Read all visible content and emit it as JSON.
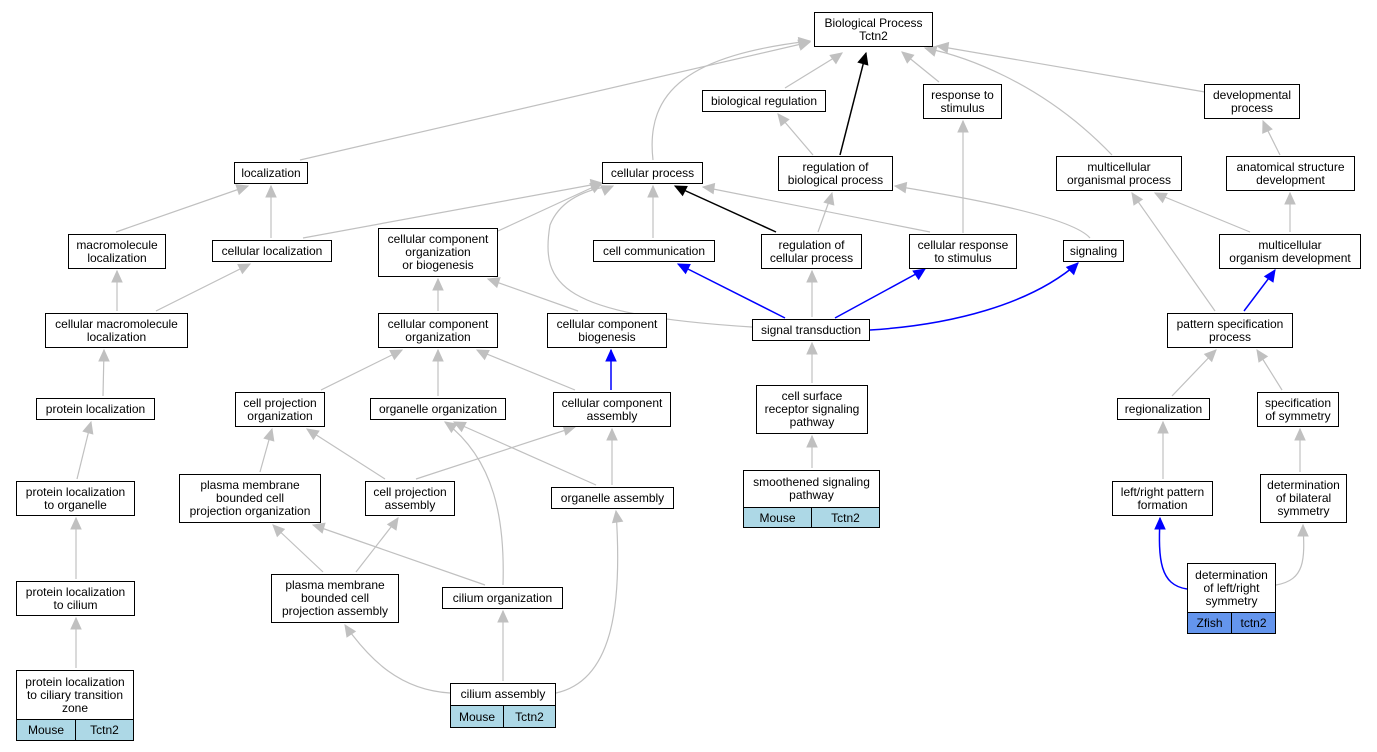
{
  "colors": {
    "gray_edge": "#c0c0c0",
    "black_edge": "#000000",
    "blue_edge": "#0000ff",
    "mouse_tag": "#add8e6",
    "zfish_tag": "#6495ed"
  },
  "nodes": {
    "bp": "Biological Process\nTctn2",
    "bioreg": "biological regulation",
    "resp": "response to\nstimulus",
    "devproc": "developmental\nprocess",
    "loc": "localization",
    "cellproc": "cellular process",
    "regbio": "regulation of\nbiological process",
    "multi": "multicellular\norganismal process",
    "anat": "anatomical structure\ndevelopment",
    "macroloc": "macromolecule\nlocalization",
    "cellloc": "cellular localization",
    "ccob": "cellular component\norganization\nor biogenesis",
    "cellcomm": "cell communication",
    "regcell": "regulation of\ncellular process",
    "cellresp": "cellular response\nto stimulus",
    "signaling": "signaling",
    "multidev": "multicellular\norganism development",
    "cmacroloc": "cellular macromolecule\nlocalization",
    "cco": "cellular component\norganization",
    "ccb": "cellular component\nbiogenesis",
    "sigtrans": "signal transduction",
    "pattern": "pattern specification\nprocess",
    "protloc": "protein localization",
    "cellproj": "cell projection\norganization",
    "organelle": "organelle organization",
    "cca": "cellular component\nassembly",
    "csrsp": "cell surface\nreceptor signaling\npathway",
    "region": "regionalization",
    "specsym": "specification\nof symmetry",
    "protorg": "protein localization\nto organelle",
    "pmbcpo": "plasma membrane\nbounded cell\nprojection organization",
    "cpa": "cell projection\nassembly",
    "orgasm": "organelle assembly",
    "shh": "smoothened signaling\npathway",
    "lr": "left/right pattern\nformation",
    "detbil": "determination\nof bilateral\nsymmetry",
    "protcil": "protein localization\nto cilium",
    "pmbcpa": "plasma membrane\nbounded cell\nprojection assembly",
    "ciliumorg": "cilium organization",
    "detlr": "determination\nof left/right\nsymmetry",
    "protctz": "protein localization\nto ciliary transition\nzone",
    "ciliumasm": "cilium assembly"
  },
  "tags": {
    "protctz": [
      "Mouse",
      "Tctn2"
    ],
    "ciliumasm": [
      "Mouse",
      "Tctn2"
    ],
    "shh": [
      "Mouse",
      "Tctn2"
    ],
    "detlr": [
      "Zfish",
      "tctn2"
    ]
  }
}
